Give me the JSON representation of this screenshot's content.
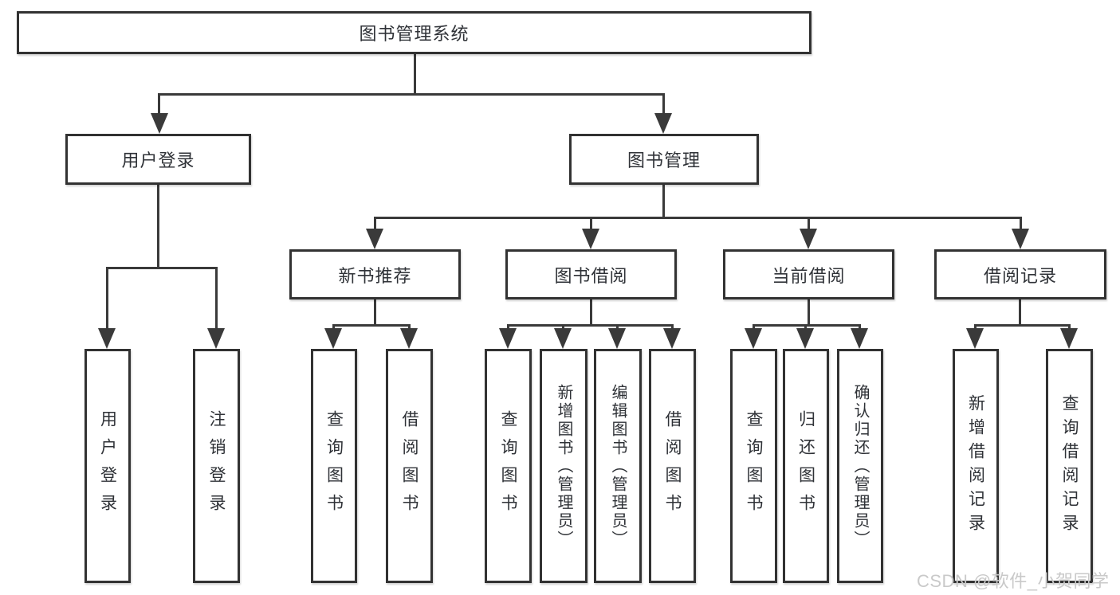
{
  "tree": {
    "root": "图书管理系统",
    "children": [
      {
        "label": "用户登录",
        "children": [
          {
            "label": "用户登录"
          },
          {
            "label": "注销登录"
          }
        ]
      },
      {
        "label": "图书管理",
        "children": [
          {
            "label": "新书推荐",
            "children": [
              {
                "label": "查询图书"
              },
              {
                "label": "借阅图书"
              }
            ]
          },
          {
            "label": "图书借阅",
            "children": [
              {
                "label": "查询图书"
              },
              {
                "label": "新增图书（管理员）"
              },
              {
                "label": "编辑图书（管理员）"
              },
              {
                "label": "借阅图书"
              }
            ]
          },
          {
            "label": "当前借阅",
            "children": [
              {
                "label": "查询图书"
              },
              {
                "label": "归还图书"
              },
              {
                "label": "确认归还（管理员）"
              }
            ]
          },
          {
            "label": "借阅记录",
            "children": [
              {
                "label": "新增借阅记录"
              },
              {
                "label": "查询借阅记录"
              }
            ]
          }
        ]
      }
    ]
  },
  "watermark": {
    "text": "CSDN @软件_小贺同学"
  },
  "colors": {
    "line": "#3a3a3a",
    "box_border": "#323232",
    "box_fill": "#ffffff",
    "text": "#2f3237",
    "watermark": "#c9c9c9",
    "background": "#ffffff"
  }
}
